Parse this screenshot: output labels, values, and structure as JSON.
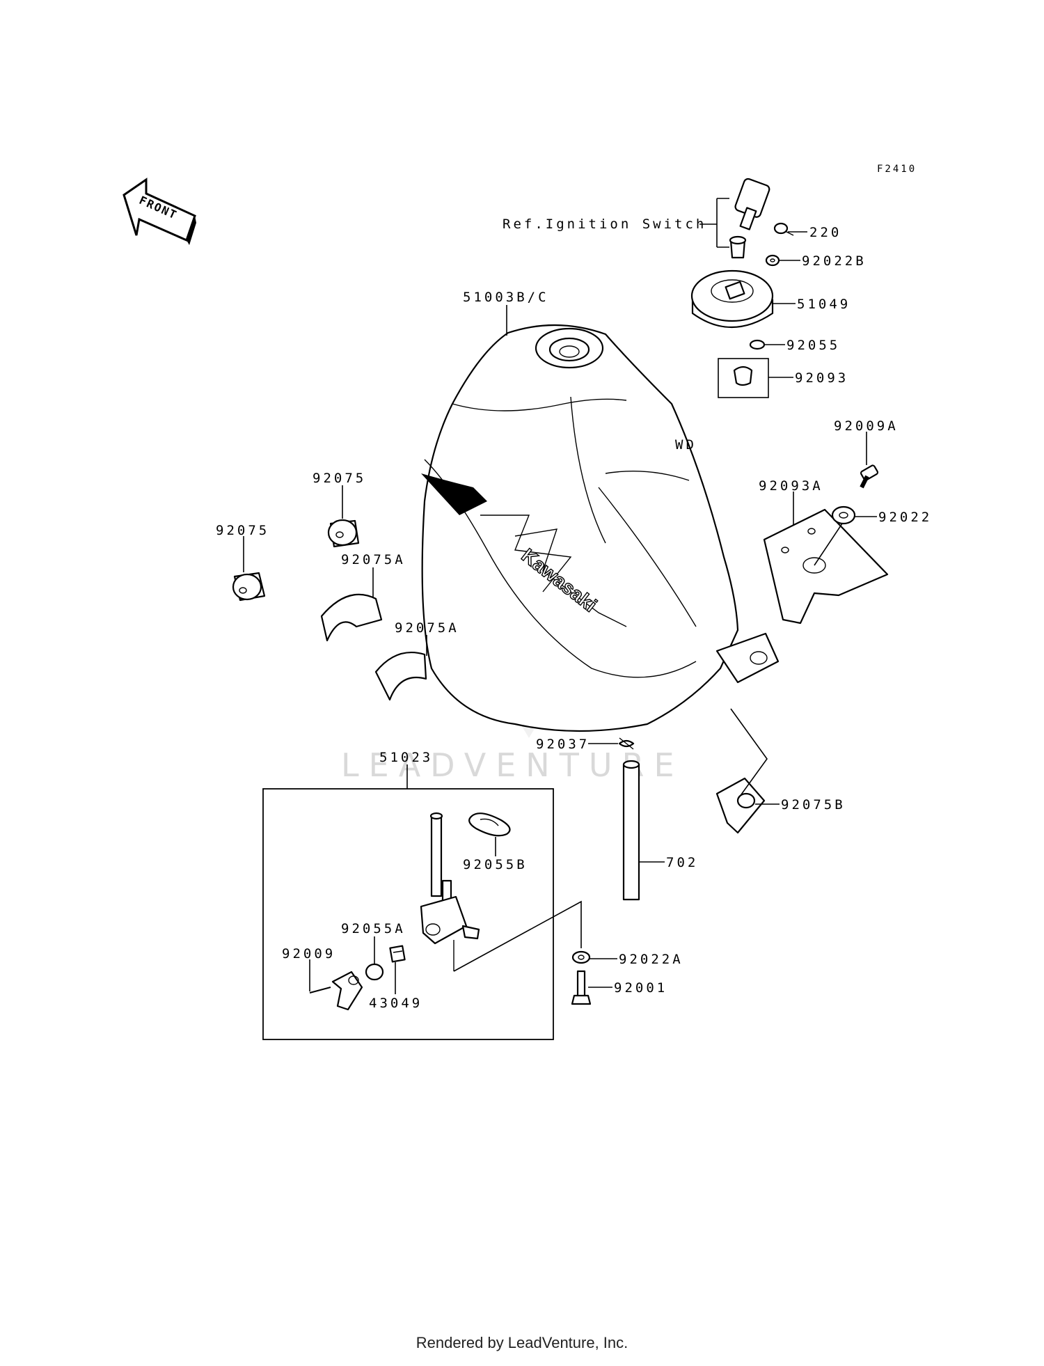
{
  "figure_code": "F2410",
  "front_arrow_label": "FRONT",
  "ref_ignition_switch": "Ref.Ignition Switch",
  "watermark": "LEADVENTURE",
  "tank_brand": "Kawasaki",
  "labels": {
    "p220": "220",
    "p92022B": "92022B",
    "p51049": "51049",
    "p92055": "92055",
    "p92093": "92093",
    "p51003BC": "51003B/C",
    "pWD": "WD",
    "p92009A": "92009A",
    "p92093A": "92093A",
    "p92022": "92022",
    "p92075_a": "92075",
    "p92075_b": "92075",
    "p92075A_a": "92075A",
    "p92075A_b": "92075A",
    "p92037": "92037",
    "p51023": "51023",
    "p92075B": "92075B",
    "p92055B": "92055B",
    "p702": "702",
    "p92055A": "92055A",
    "p92009": "92009",
    "p43049": "43049",
    "p92022A": "92022A",
    "p92001": "92001"
  },
  "footer": "Rendered by LeadVenture, Inc."
}
